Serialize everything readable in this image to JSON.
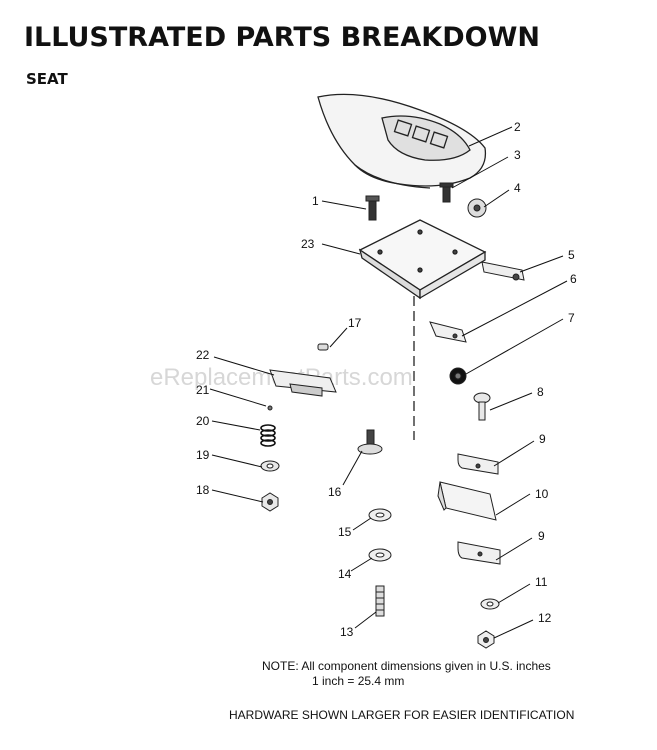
{
  "title": "ILLUSTRATED PARTS BREAKDOWN",
  "subtitle": "SEAT",
  "watermark": "eReplacementParts.com",
  "note": {
    "line1": "NOTE:  All component dimensions given in U.S. inches",
    "line2": "1 inch = 25.4 mm"
  },
  "hardware_note": "HARDWARE SHOWN LARGER FOR EASIER IDENTIFICATION",
  "callouts": [
    "1",
    "2",
    "3",
    "4",
    "5",
    "6",
    "7",
    "8",
    "9",
    "10",
    "9",
    "11",
    "12",
    "13",
    "14",
    "15",
    "16",
    "17",
    "18",
    "19",
    "20",
    "21",
    "22",
    "23"
  ]
}
